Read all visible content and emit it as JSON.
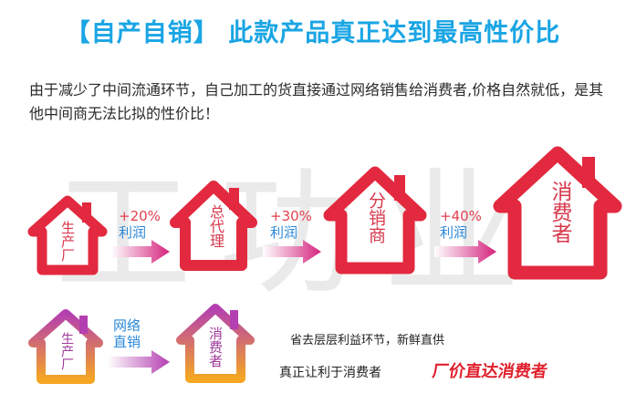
{
  "title": {
    "bracket_text": "【自产自销】",
    "main_text": " 此款产品真正达到最高性价比"
  },
  "description": "由于减少了中间流通环节，自己加工的货直接通过网络销售给消费者,价格自然就低，是其他中间商无法比拟的性价比！",
  "watermark": "工功业",
  "top_flow": {
    "houses": [
      {
        "label": "生产厂"
      },
      {
        "label": "总代理"
      },
      {
        "label": "分销商"
      },
      {
        "label": "消费者"
      }
    ],
    "markups": [
      {
        "percent": "+20%",
        "word": "利润"
      },
      {
        "percent": "+30%",
        "word": "利润"
      },
      {
        "percent": "+40%",
        "word": "利润"
      }
    ]
  },
  "bottom_flow": {
    "houses": [
      {
        "label": "生产厂"
      },
      {
        "label": "消费者"
      }
    ],
    "channel": {
      "line1": "网络",
      "line2": "直销"
    },
    "note": "省去层层利益环节，新鲜直供",
    "banner_prefix": "真正让利于消费者",
    "banner_main": "厂价直达消费者"
  },
  "colors": {
    "house_red": "#e2293f",
    "house_purple_top": "#b43fb0",
    "house_orange_bottom": "#f5a623",
    "accent_blue": "#1aa5e4",
    "arrow_magenta": "#d5247e"
  }
}
